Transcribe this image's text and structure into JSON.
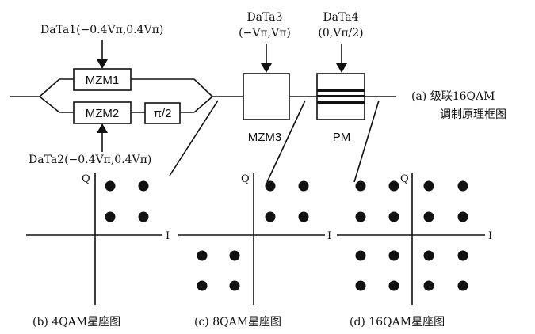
{
  "inputs": {
    "data1": "DaTa1(−0.4Vπ,0.4Vπ)",
    "data2": "DaTa2(−0.4Vπ,0.4Vπ)",
    "data3_line1": "DaTa3",
    "data3_line2": "(−Vπ,Vπ)",
    "data4_line1": "DaTa4",
    "data4_line2": "(0,Vπ/2)"
  },
  "blocks": {
    "mzm1": "MZM1",
    "mzm2": "MZM2",
    "phase": "π/2",
    "mzm3": "MZM3",
    "pm": "PM"
  },
  "captions": {
    "a_line1": "(a) 级联16QAM",
    "a_line2": "调制原理框图",
    "b": "(b) 4QAM星座图",
    "c": "(c) 8QAM星座图",
    "d": "(d) 16QAM星座图"
  },
  "axes": {
    "q": "Q",
    "i": "I"
  },
  "colors": {
    "ink": "#111111",
    "background": "#ffffff"
  }
}
